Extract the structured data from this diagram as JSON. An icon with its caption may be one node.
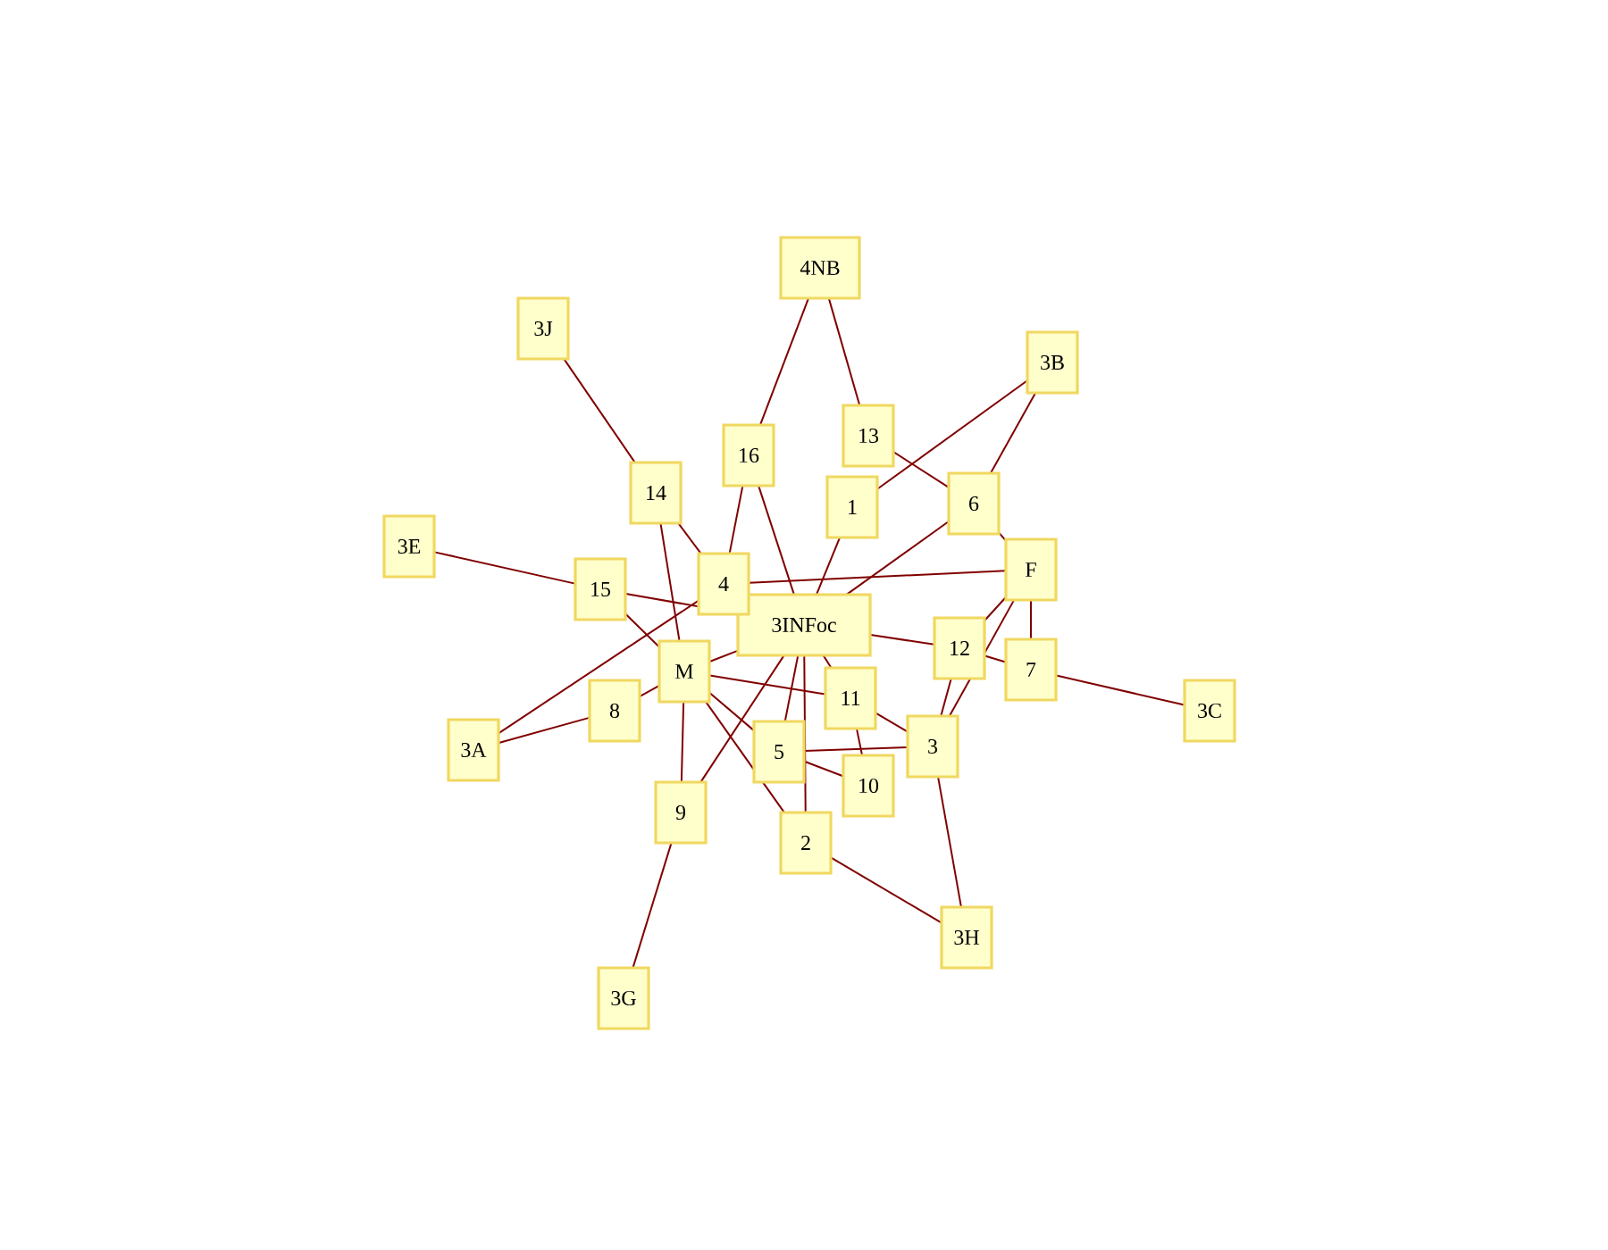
{
  "diagram": {
    "nodes": [
      {
        "text": [
          "3INFoc"
        ]
      },
      {
        "text": [
          "4NB"
        ]
      },
      {
        "text": [
          "3J"
        ]
      },
      {
        "text": [
          "3B"
        ]
      },
      {
        "text": [
          "3E"
        ]
      },
      {
        "text": [
          "16"
        ]
      },
      {
        "text": [
          "13"
        ]
      },
      {
        "text": [
          "14"
        ]
      },
      {
        "text": [
          "1"
        ]
      },
      {
        "text": [
          "6"
        ]
      },
      {
        "text": [
          "F"
        ]
      },
      {
        "text": [
          "15"
        ]
      },
      {
        "text": [
          "4"
        ]
      },
      {
        "text": [
          "M"
        ]
      },
      {
        "text": [
          "12"
        ]
      },
      {
        "text": [
          "7"
        ]
      },
      {
        "text": [
          "3C"
        ]
      },
      {
        "text": [
          "8"
        ]
      },
      {
        "text": [
          "3A"
        ]
      },
      {
        "text": [
          "11"
        ]
      },
      {
        "text": [
          "5"
        ]
      },
      {
        "text": [
          "3"
        ]
      },
      {
        "text": [
          "10"
        ]
      },
      {
        "text": [
          "9"
        ]
      },
      {
        "text": [
          "2"
        ]
      },
      {
        "text": [
          "3H"
        ]
      },
      {
        "text": [
          "3G"
        ]
      }
    ],
    "edges": [
      {
        "from": 1,
        "to": 5,
        "arrow": "none"
      },
      {
        "from": 1,
        "to": 6,
        "arrow": "none"
      },
      {
        "from": 2,
        "to": 7,
        "arrow": "none"
      },
      {
        "from": 3,
        "to": 8,
        "arrow": "none"
      },
      {
        "from": 3,
        "to": 9,
        "arrow": "none"
      },
      {
        "from": 4,
        "to": 11,
        "arrow": "none"
      },
      {
        "from": 5,
        "to": 12,
        "arrow": "none"
      },
      {
        "from": 5,
        "to": 0,
        "arrow": "none"
      },
      {
        "from": 6,
        "to": 9,
        "arrow": "none"
      },
      {
        "from": 7,
        "to": 12,
        "arrow": "none"
      },
      {
        "from": 7,
        "to": 13,
        "arrow": "none"
      },
      {
        "from": 8,
        "to": 0,
        "arrow": "none"
      },
      {
        "from": 12,
        "to": 18,
        "arrow": "none"
      },
      {
        "from": 9,
        "to": 0,
        "arrow": "none"
      },
      {
        "from": 9,
        "to": 10,
        "arrow": "none"
      },
      {
        "from": 10,
        "to": 12,
        "arrow": "none"
      },
      {
        "from": 10,
        "to": 15,
        "arrow": "none"
      },
      {
        "from": 10,
        "to": 21,
        "arrow": "none"
      },
      {
        "from": 10,
        "to": 14,
        "arrow": "none"
      },
      {
        "from": 11,
        "to": 0,
        "arrow": "none"
      },
      {
        "from": 11,
        "to": 13,
        "arrow": "none"
      },
      {
        "from": 0,
        "to": 14,
        "arrow": "none"
      },
      {
        "from": 14,
        "to": 15,
        "arrow": "none"
      },
      {
        "from": 15,
        "to": 16,
        "arrow": "none"
      },
      {
        "from": 14,
        "to": 21,
        "arrow": "none"
      },
      {
        "from": 13,
        "to": 17,
        "arrow": "none"
      },
      {
        "from": 17,
        "to": 18,
        "arrow": "none"
      },
      {
        "from": 13,
        "to": 0,
        "arrow": "none"
      },
      {
        "from": 13,
        "to": 19,
        "arrow": "none"
      },
      {
        "from": 13,
        "to": 20,
        "arrow": "none"
      },
      {
        "from": 20,
        "to": 22,
        "arrow": "none"
      },
      {
        "from": 13,
        "to": 24,
        "arrow": "none"
      },
      {
        "from": 13,
        "to": 23,
        "arrow": "none"
      },
      {
        "from": 23,
        "to": 0,
        "arrow": "none"
      },
      {
        "from": 23,
        "to": 26,
        "arrow": "none"
      },
      {
        "from": 20,
        "to": 0,
        "arrow": "none"
      },
      {
        "from": 24,
        "to": 0,
        "arrow": "none"
      },
      {
        "from": 24,
        "to": 25,
        "arrow": "none"
      },
      {
        "from": 21,
        "to": 25,
        "arrow": "none"
      },
      {
        "from": 19,
        "to": 21,
        "arrow": "none"
      },
      {
        "from": 19,
        "to": 22,
        "arrow": "none"
      },
      {
        "from": 20,
        "to": 21,
        "arrow": "none"
      },
      {
        "from": 0,
        "to": 19,
        "arrow": "none"
      }
    ]
  }
}
